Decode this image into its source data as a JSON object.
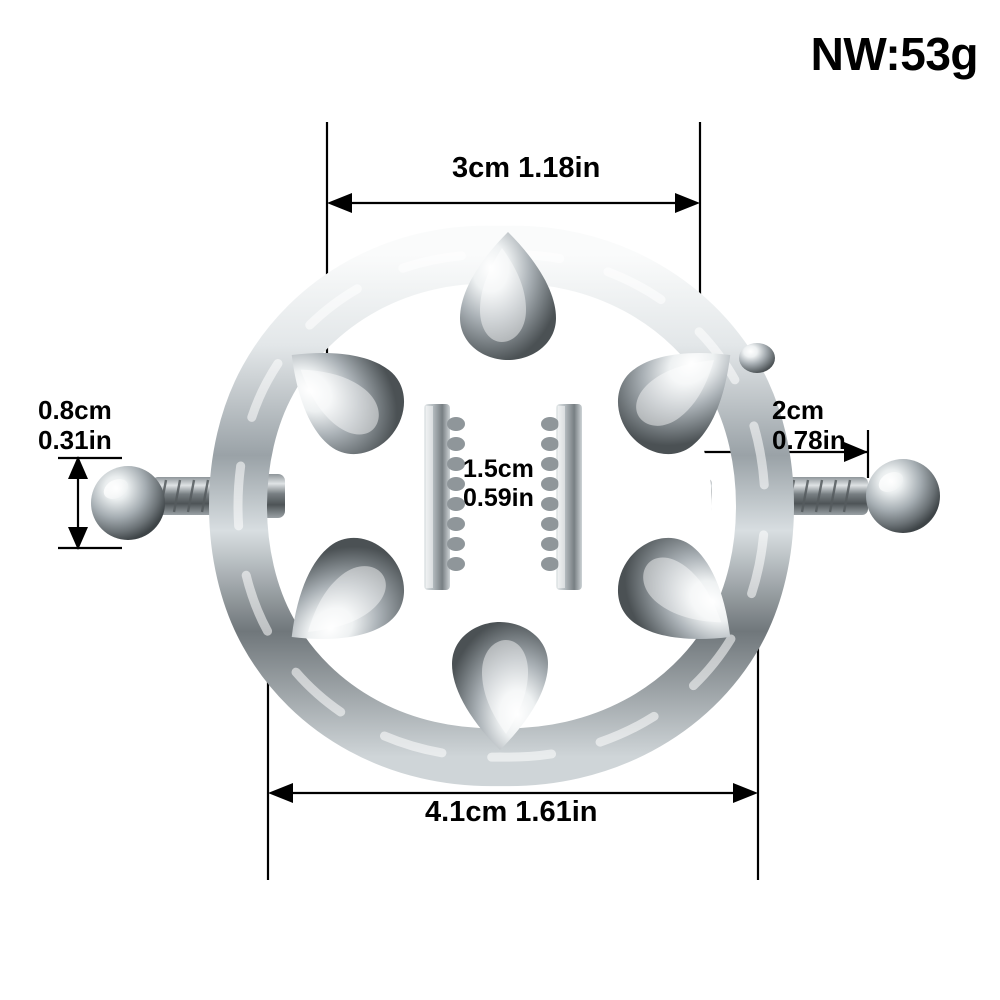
{
  "product_diagram": {
    "weight_label": "NW:53g",
    "dimensions": {
      "top": "3cm 1.18in",
      "bottom": "4.1cm 1.61in",
      "left": "0.8cm\n0.31in",
      "right": "2cm\n0.78in",
      "middle": "1.5cm\n0.59in"
    },
    "colors": {
      "background": "#ffffff",
      "text": "#000000",
      "metal_light": "#f2f4f5",
      "metal_mid": "#b9c0c5",
      "metal_dark": "#6e7478",
      "metal_shadow": "#3f4548"
    }
  }
}
